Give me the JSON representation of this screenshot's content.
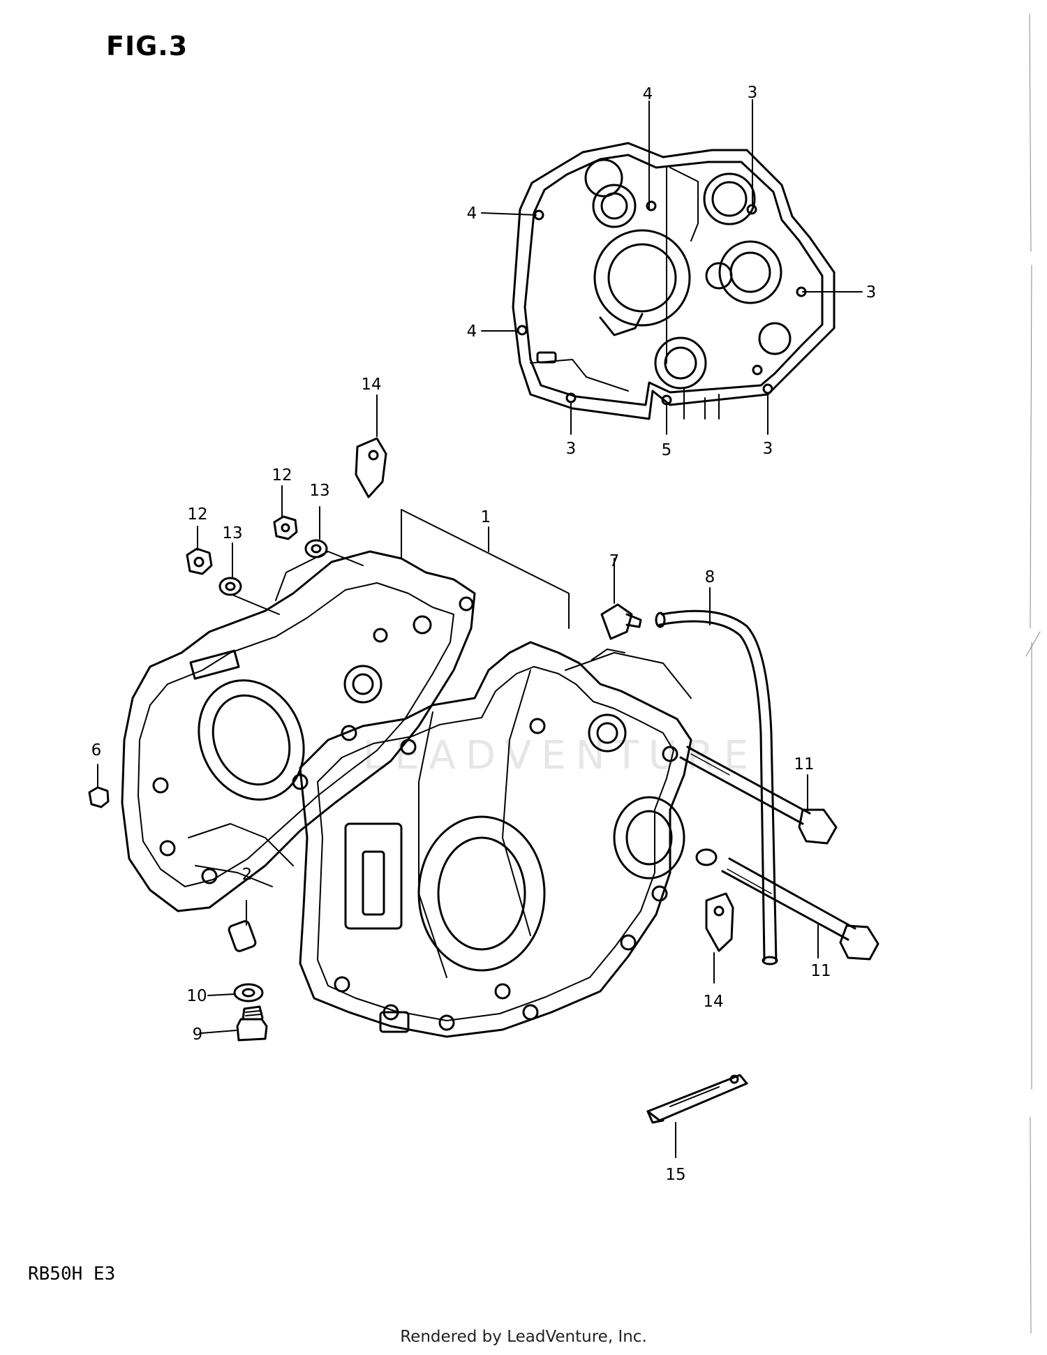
{
  "figure_title": "FIG.3",
  "model_code": "RB50H E3",
  "footer": "Rendered by LeadVenture, Inc.",
  "watermark": "LEADVENTURE",
  "callouts": [
    {
      "id": "c-4a",
      "label": "4"
    },
    {
      "id": "c-3a",
      "label": "3"
    },
    {
      "id": "c-4b",
      "label": "4"
    },
    {
      "id": "c-3b",
      "label": "3"
    },
    {
      "id": "c-4c",
      "label": "4"
    },
    {
      "id": "c-3c",
      "label": "3"
    },
    {
      "id": "c-5",
      "label": "5"
    },
    {
      "id": "c-3d",
      "label": "3"
    },
    {
      "id": "c-14a",
      "label": "14"
    },
    {
      "id": "c-12a",
      "label": "12"
    },
    {
      "id": "c-13a",
      "label": "13"
    },
    {
      "id": "c-12b",
      "label": "12"
    },
    {
      "id": "c-13b",
      "label": "13"
    },
    {
      "id": "c-1",
      "label": "1"
    },
    {
      "id": "c-7",
      "label": "7"
    },
    {
      "id": "c-8",
      "label": "8"
    },
    {
      "id": "c-11a",
      "label": "11"
    },
    {
      "id": "c-6",
      "label": "6"
    },
    {
      "id": "c-2",
      "label": "2"
    },
    {
      "id": "c-11b",
      "label": "11"
    },
    {
      "id": "c-14b",
      "label": "14"
    },
    {
      "id": "c-10",
      "label": "10"
    },
    {
      "id": "c-9",
      "label": "9"
    },
    {
      "id": "c-15",
      "label": "15"
    }
  ]
}
